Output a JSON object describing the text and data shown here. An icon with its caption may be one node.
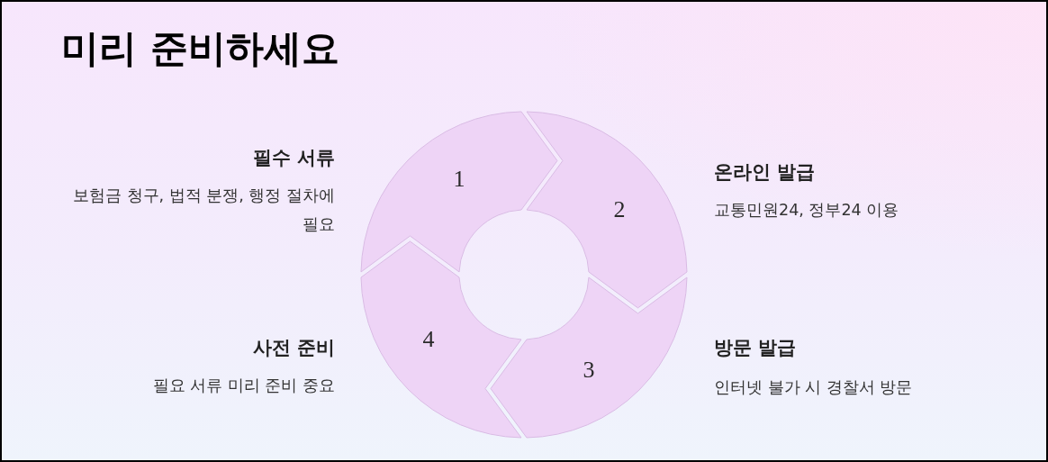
{
  "diagram": {
    "title": "미리 준비하세요",
    "nodes": [
      {
        "text": [
          "1"
        ],
        "beside": [
          "필수 서류",
          "보험금 청구, 법적 분쟁, 행정 절차에 필요"
        ]
      },
      {
        "text": [
          "2"
        ],
        "beside": [
          "온라인 발급",
          "교통민원24, 정부24 이용"
        ]
      },
      {
        "text": [
          "3"
        ],
        "beside": [
          "방문 발급",
          "인터넷 불가 시 경찰서 방문"
        ]
      },
      {
        "text": [
          "4"
        ],
        "beside": [
          "사전 준비",
          "필요 서류 미리 준비 중요"
        ]
      }
    ]
  }
}
